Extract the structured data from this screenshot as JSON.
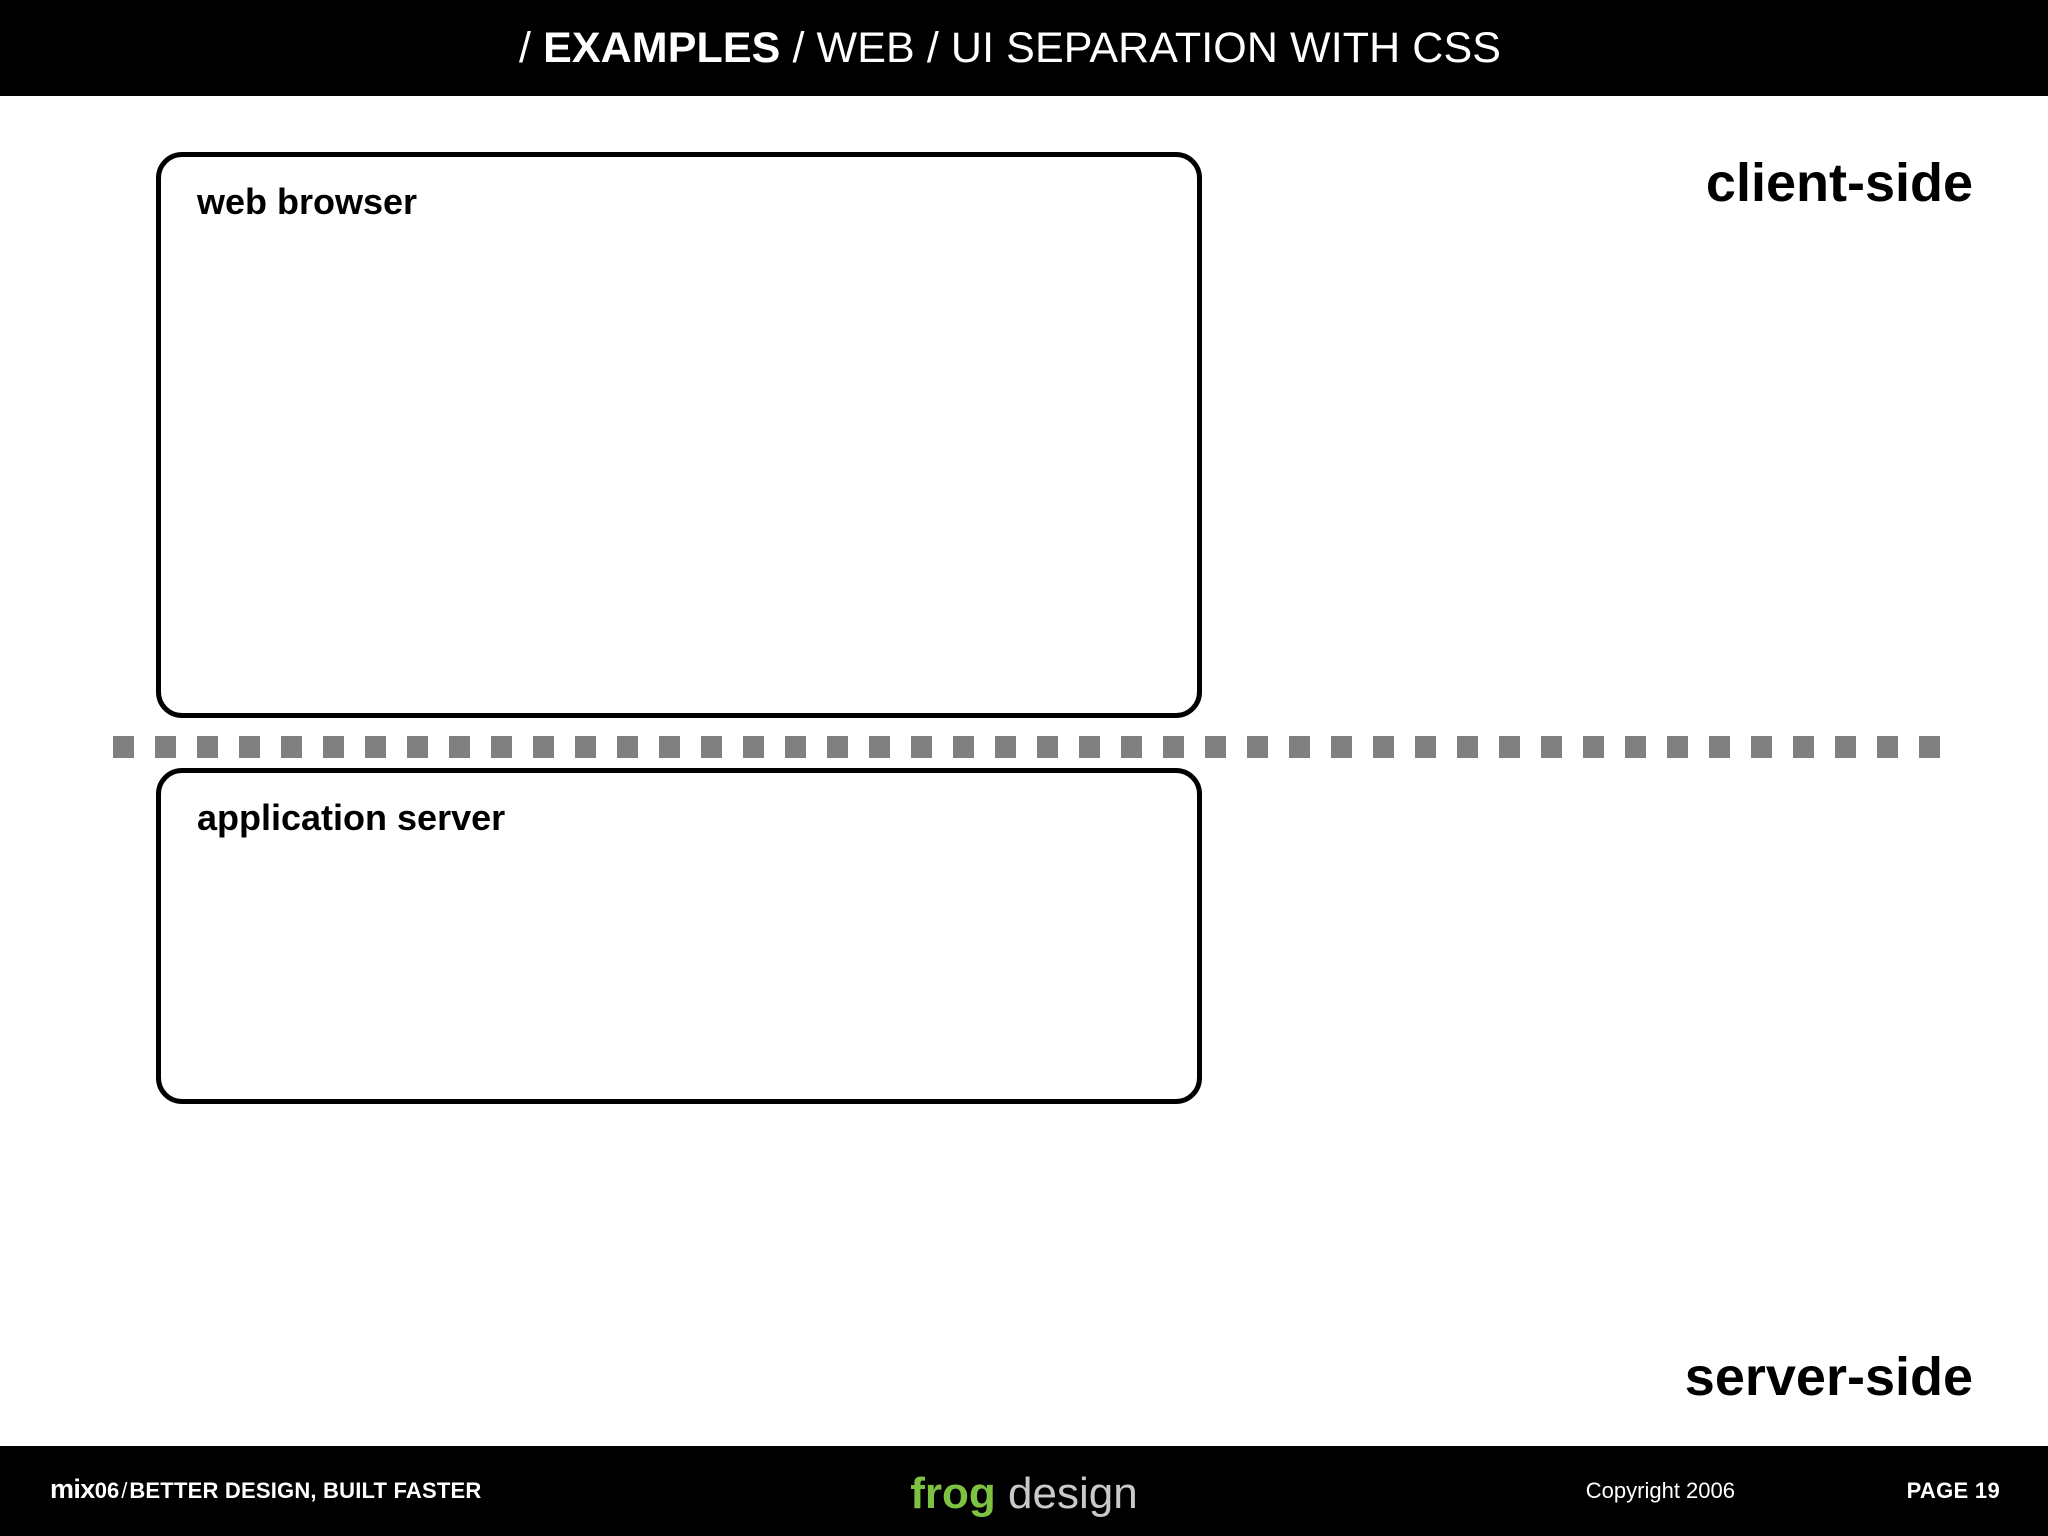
{
  "header": {
    "breadcrumb_prefix": "/ ",
    "breadcrumb_bold": "EXAMPLES",
    "breadcrumb_rest": " / WEB / UI SEPARATION WITH CSS",
    "full_title": "/ EXAMPLES / WEB / UI SEPARATION WITH CSS",
    "background_color": "#000000",
    "text_color": "#ffffff"
  },
  "diagram": {
    "boxes": [
      {
        "id": "web-browser",
        "label": "web browser",
        "tier": "client-side"
      },
      {
        "id": "application-server",
        "label": "application server",
        "tier": "server-side"
      }
    ],
    "divider": {
      "style": "dashed",
      "color": "#808080",
      "dash_count": 44
    },
    "annotations": {
      "client_side": "client-side",
      "server_side": "server-side"
    },
    "box_border_color": "#000000",
    "box_fill_color": "#ffffff"
  },
  "footer": {
    "brand_mix": "mix",
    "brand_year": "06",
    "brand_separator": "/",
    "tagline": "BETTER DESIGN, BUILT FASTER",
    "logo_first": "frog",
    "logo_second": "design",
    "logo_first_color": "#7ec242",
    "logo_second_color": "#c9c9c9",
    "copyright": "Copyright 2006",
    "page_label": "PAGE 19",
    "background_color": "#000000"
  }
}
